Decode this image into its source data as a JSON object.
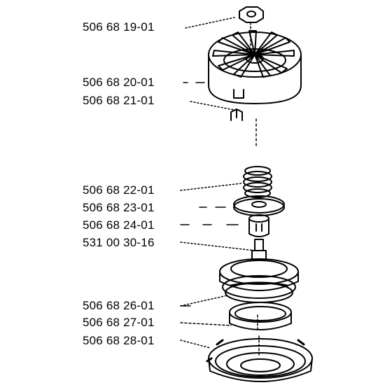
{
  "parts": [
    {
      "number": "506 68 19-01"
    },
    {
      "number": "506 68 20-01"
    },
    {
      "number": "506 68 21-01"
    },
    {
      "number": "506 68 22-01"
    },
    {
      "number": "506 68 23-01"
    },
    {
      "number": "506 68 24-01"
    },
    {
      "number": "531 00 30-16"
    },
    {
      "number": "506 68 26-01"
    },
    {
      "number": "506 68 27-01"
    },
    {
      "number": "506 68 28-01"
    }
  ]
}
